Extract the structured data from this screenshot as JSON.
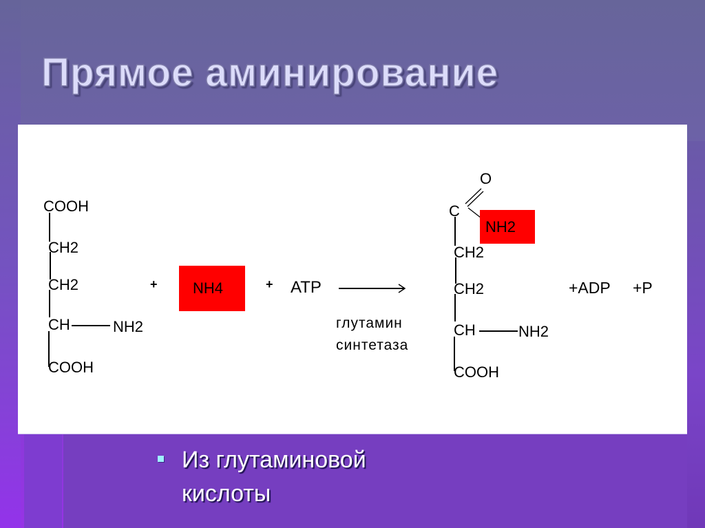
{
  "slide": {
    "title": "Прямое аминирование",
    "colors": {
      "title_fill": "#dcdcfa",
      "panel_bg": "#ffffff",
      "highlight_red": "#ff0000",
      "bullet_square": "#9ff0ff",
      "bullet_text": "#ffffff"
    }
  },
  "reaction": {
    "reactant_glutamate": {
      "rows": [
        "COOH",
        "CH2",
        "CH2",
        "CH",
        "COOH"
      ],
      "side_group": "NH2"
    },
    "plus_1": "+",
    "ammonium": "NH4",
    "plus_2": "+",
    "atp": "ATP",
    "arrow": "→",
    "enzyme_line1": "глутамин",
    "enzyme_line2": "синтетаза",
    "product_glutamine": {
      "carbonyl_o": "O",
      "carbonyl_c": "C",
      "amide_group": "NH2",
      "rows": [
        "CH2",
        "CH2",
        "CH",
        "COOH"
      ],
      "side_group": "NH2"
    },
    "byproduct_adp": "+ADP",
    "byproduct_p": "+P"
  },
  "bullets": [
    {
      "line1": "Из глутаминовой",
      "line2": "кислоты"
    }
  ]
}
